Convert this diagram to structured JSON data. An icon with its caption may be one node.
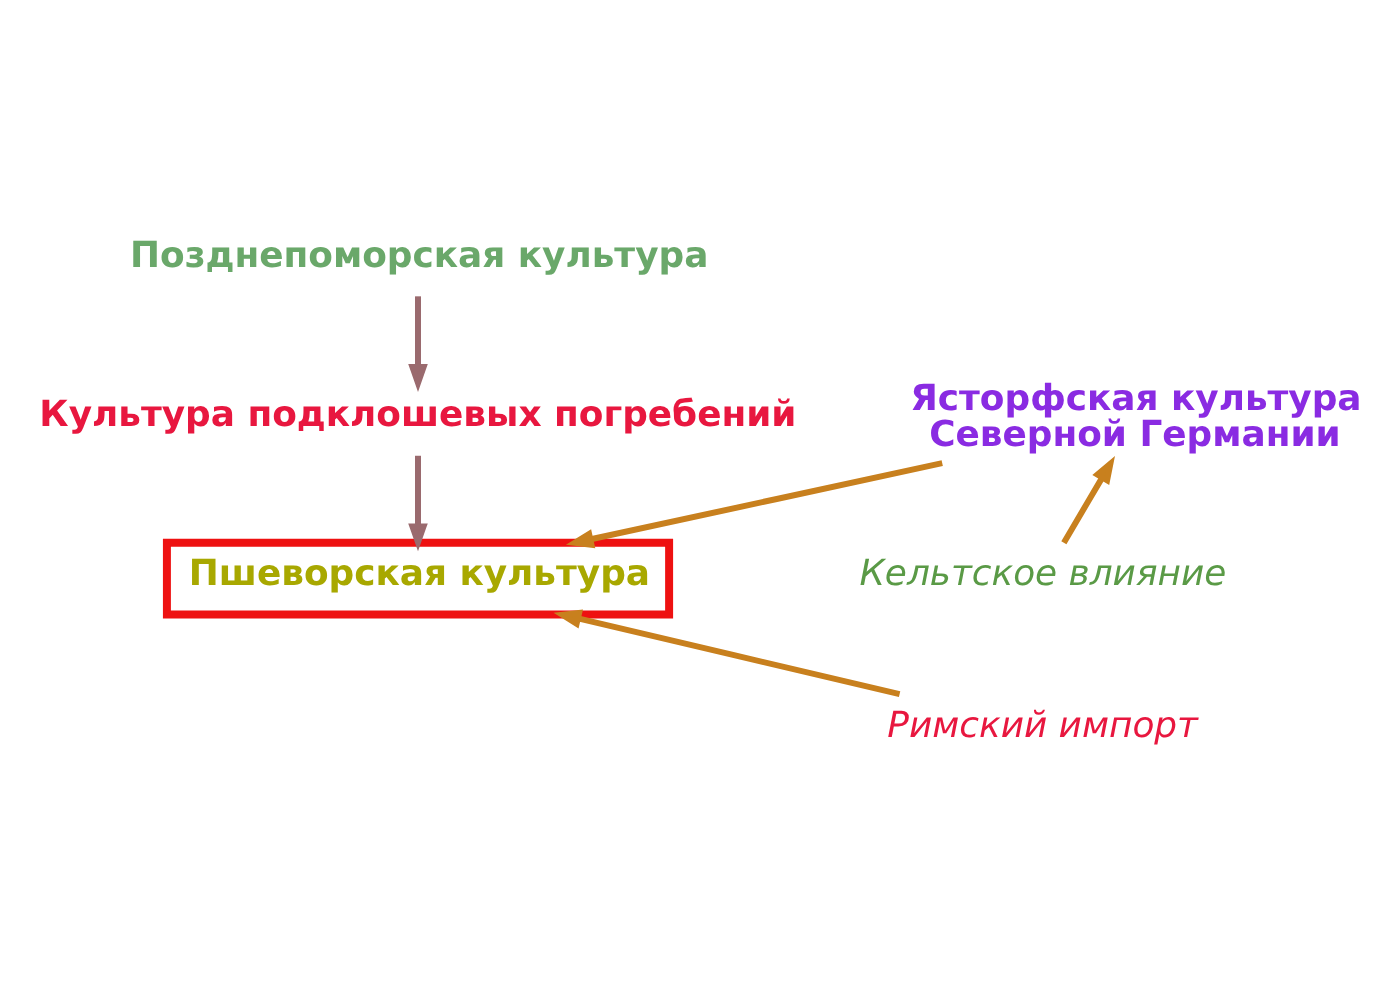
{
  "diagram": {
    "nodes": [
      {
        "text": [
          "Позднепоморская культура"
        ]
      },
      {
        "text": [
          "Культура подклошевых погребений"
        ]
      },
      {
        "text": [
          "Пшеворская культура"
        ]
      },
      {
        "text": [
          "Ясторфская культура Северной Германии"
        ]
      },
      {
        "text": [
          "Кельтское влияние"
        ]
      },
      {
        "text": [
          "Римский импорт"
        ]
      }
    ],
    "edges": [
      {
        "from": 0,
        "to": 1,
        "arrow": "to",
        "color": "#9a6a6e"
      },
      {
        "from": 1,
        "to": 2,
        "arrow": "to",
        "color": "#9a6a6e"
      },
      {
        "from": 3,
        "to": 2,
        "arrow": "to"
      },
      {
        "from": 4,
        "to": 3,
        "arrow": "to"
      },
      {
        "from": 5,
        "to": 2,
        "arrow": "to"
      }
    ]
  }
}
